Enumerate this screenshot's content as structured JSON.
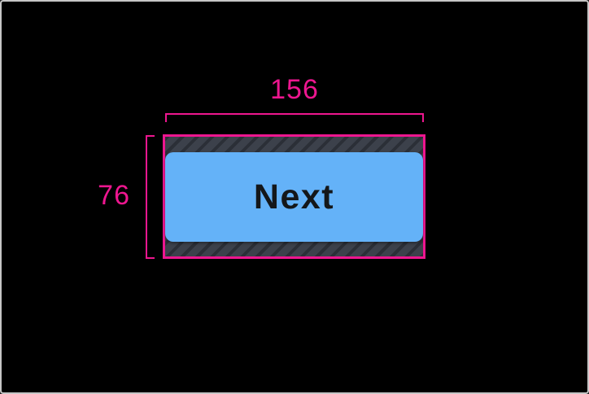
{
  "measurements": {
    "width": {
      "value": "156"
    },
    "height": {
      "value": "76"
    }
  },
  "button": {
    "label": "Next"
  },
  "colors": {
    "pink": "#ed168f",
    "blue": "#64b2f8",
    "button-text": "#14171a",
    "hatch-base": "#3c414b",
    "hatch-stripe": "#2b2f37",
    "canvas-bg": "#000000",
    "frame-border": "#c6c6c6"
  }
}
